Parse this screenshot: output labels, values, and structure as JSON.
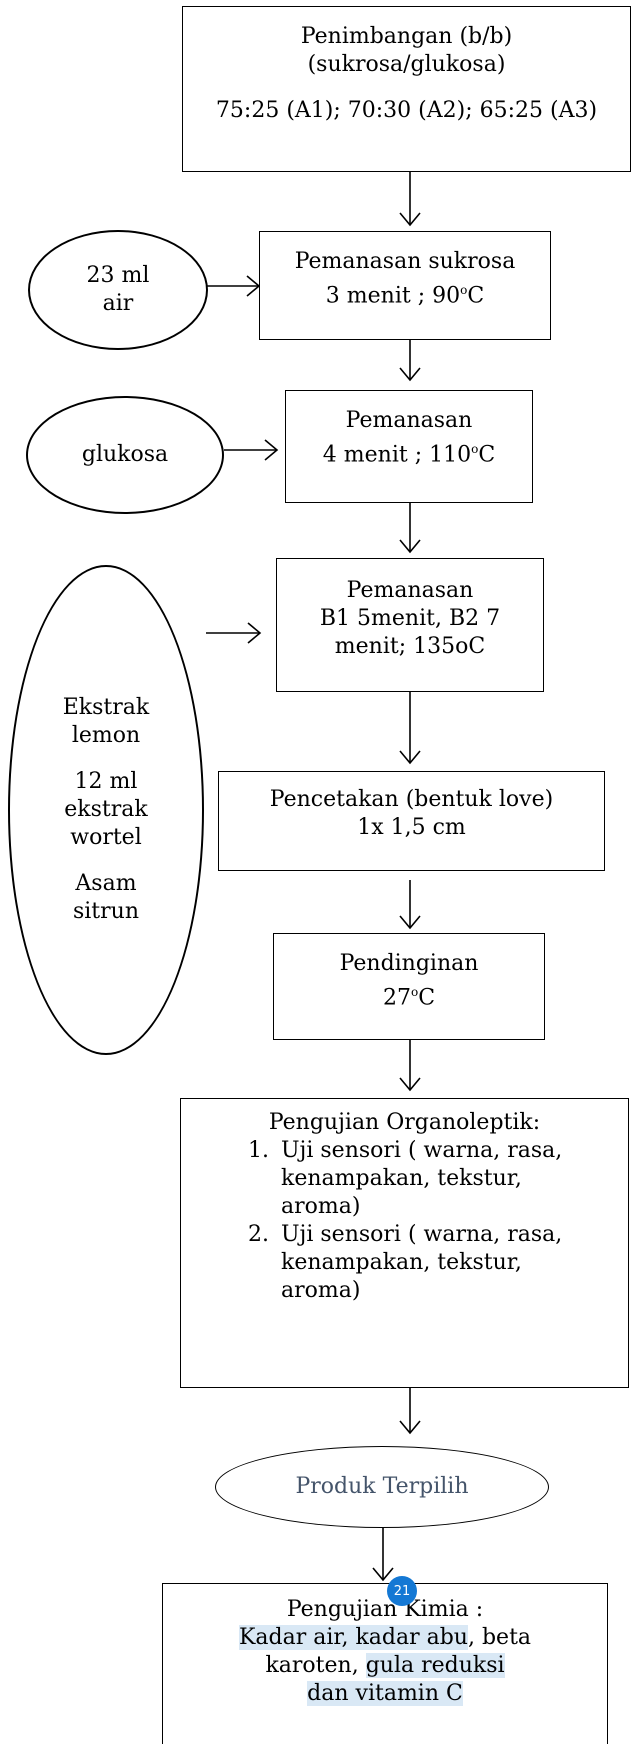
{
  "steps": {
    "weighing": {
      "title": "Penimbangan (b/b)",
      "subtitle": "(sukrosa/glukosa)",
      "ratios": "75:25 (A1); 70:30 (A2); 65:25 (A3)"
    },
    "heat_sucrose": {
      "line1": "Pemanasan sukrosa",
      "line2": "3 menit ; 90",
      "sup": "o",
      "unit": "C"
    },
    "heat_glucose": {
      "line1": "Pemanasan",
      "line2": "4 menit ; 110",
      "sup": "o",
      "unit": "C"
    },
    "heat_final": {
      "line1": "Pemanasan",
      "line2": "B1 5menit, B2 7",
      "line3": "menit; 135oC"
    },
    "molding": {
      "line1": "Pencetakan (bentuk love)",
      "line2": "1x 1,5 cm"
    },
    "cooling": {
      "line1": "Pendinginan",
      "line2": "27",
      "sup": "o",
      "unit": "C"
    },
    "organoleptic": {
      "title": "Pengujian Organoleptik:",
      "items": [
        {
          "num": "1.",
          "text": "Uji sensori ( warna, rasa, kenampakan, tekstur, aroma)"
        },
        {
          "num": "2.",
          "text": "Uji sensori ( warna, rasa, kenampakan, tekstur, aroma)"
        }
      ]
    },
    "selected": {
      "label": "Produk Terpilih"
    },
    "chemical": {
      "title_a": "Pengujian",
      "title_b": "Kimia :",
      "line1_a": "Kadar air, kadar abu",
      "line1_b": ", beta",
      "line2_a": "karoten, ",
      "line2_b": "gula reduksi",
      "line3": "dan vitamin C"
    }
  },
  "inputs": {
    "water": {
      "line1": "23 ml",
      "line2": "air"
    },
    "glucose": {
      "label": "glukosa"
    },
    "extracts": {
      "l1": "Ekstrak",
      "l2": "lemon",
      "l3": "12 ml",
      "l4": "ekstrak",
      "l5": "wortel",
      "l6": "Asam",
      "l7": "sitrun"
    }
  },
  "badge": {
    "number": "21"
  },
  "colors": {
    "badge": "#1478d4",
    "highlight": "#d9e8f5",
    "selected_text": "#44546a"
  }
}
